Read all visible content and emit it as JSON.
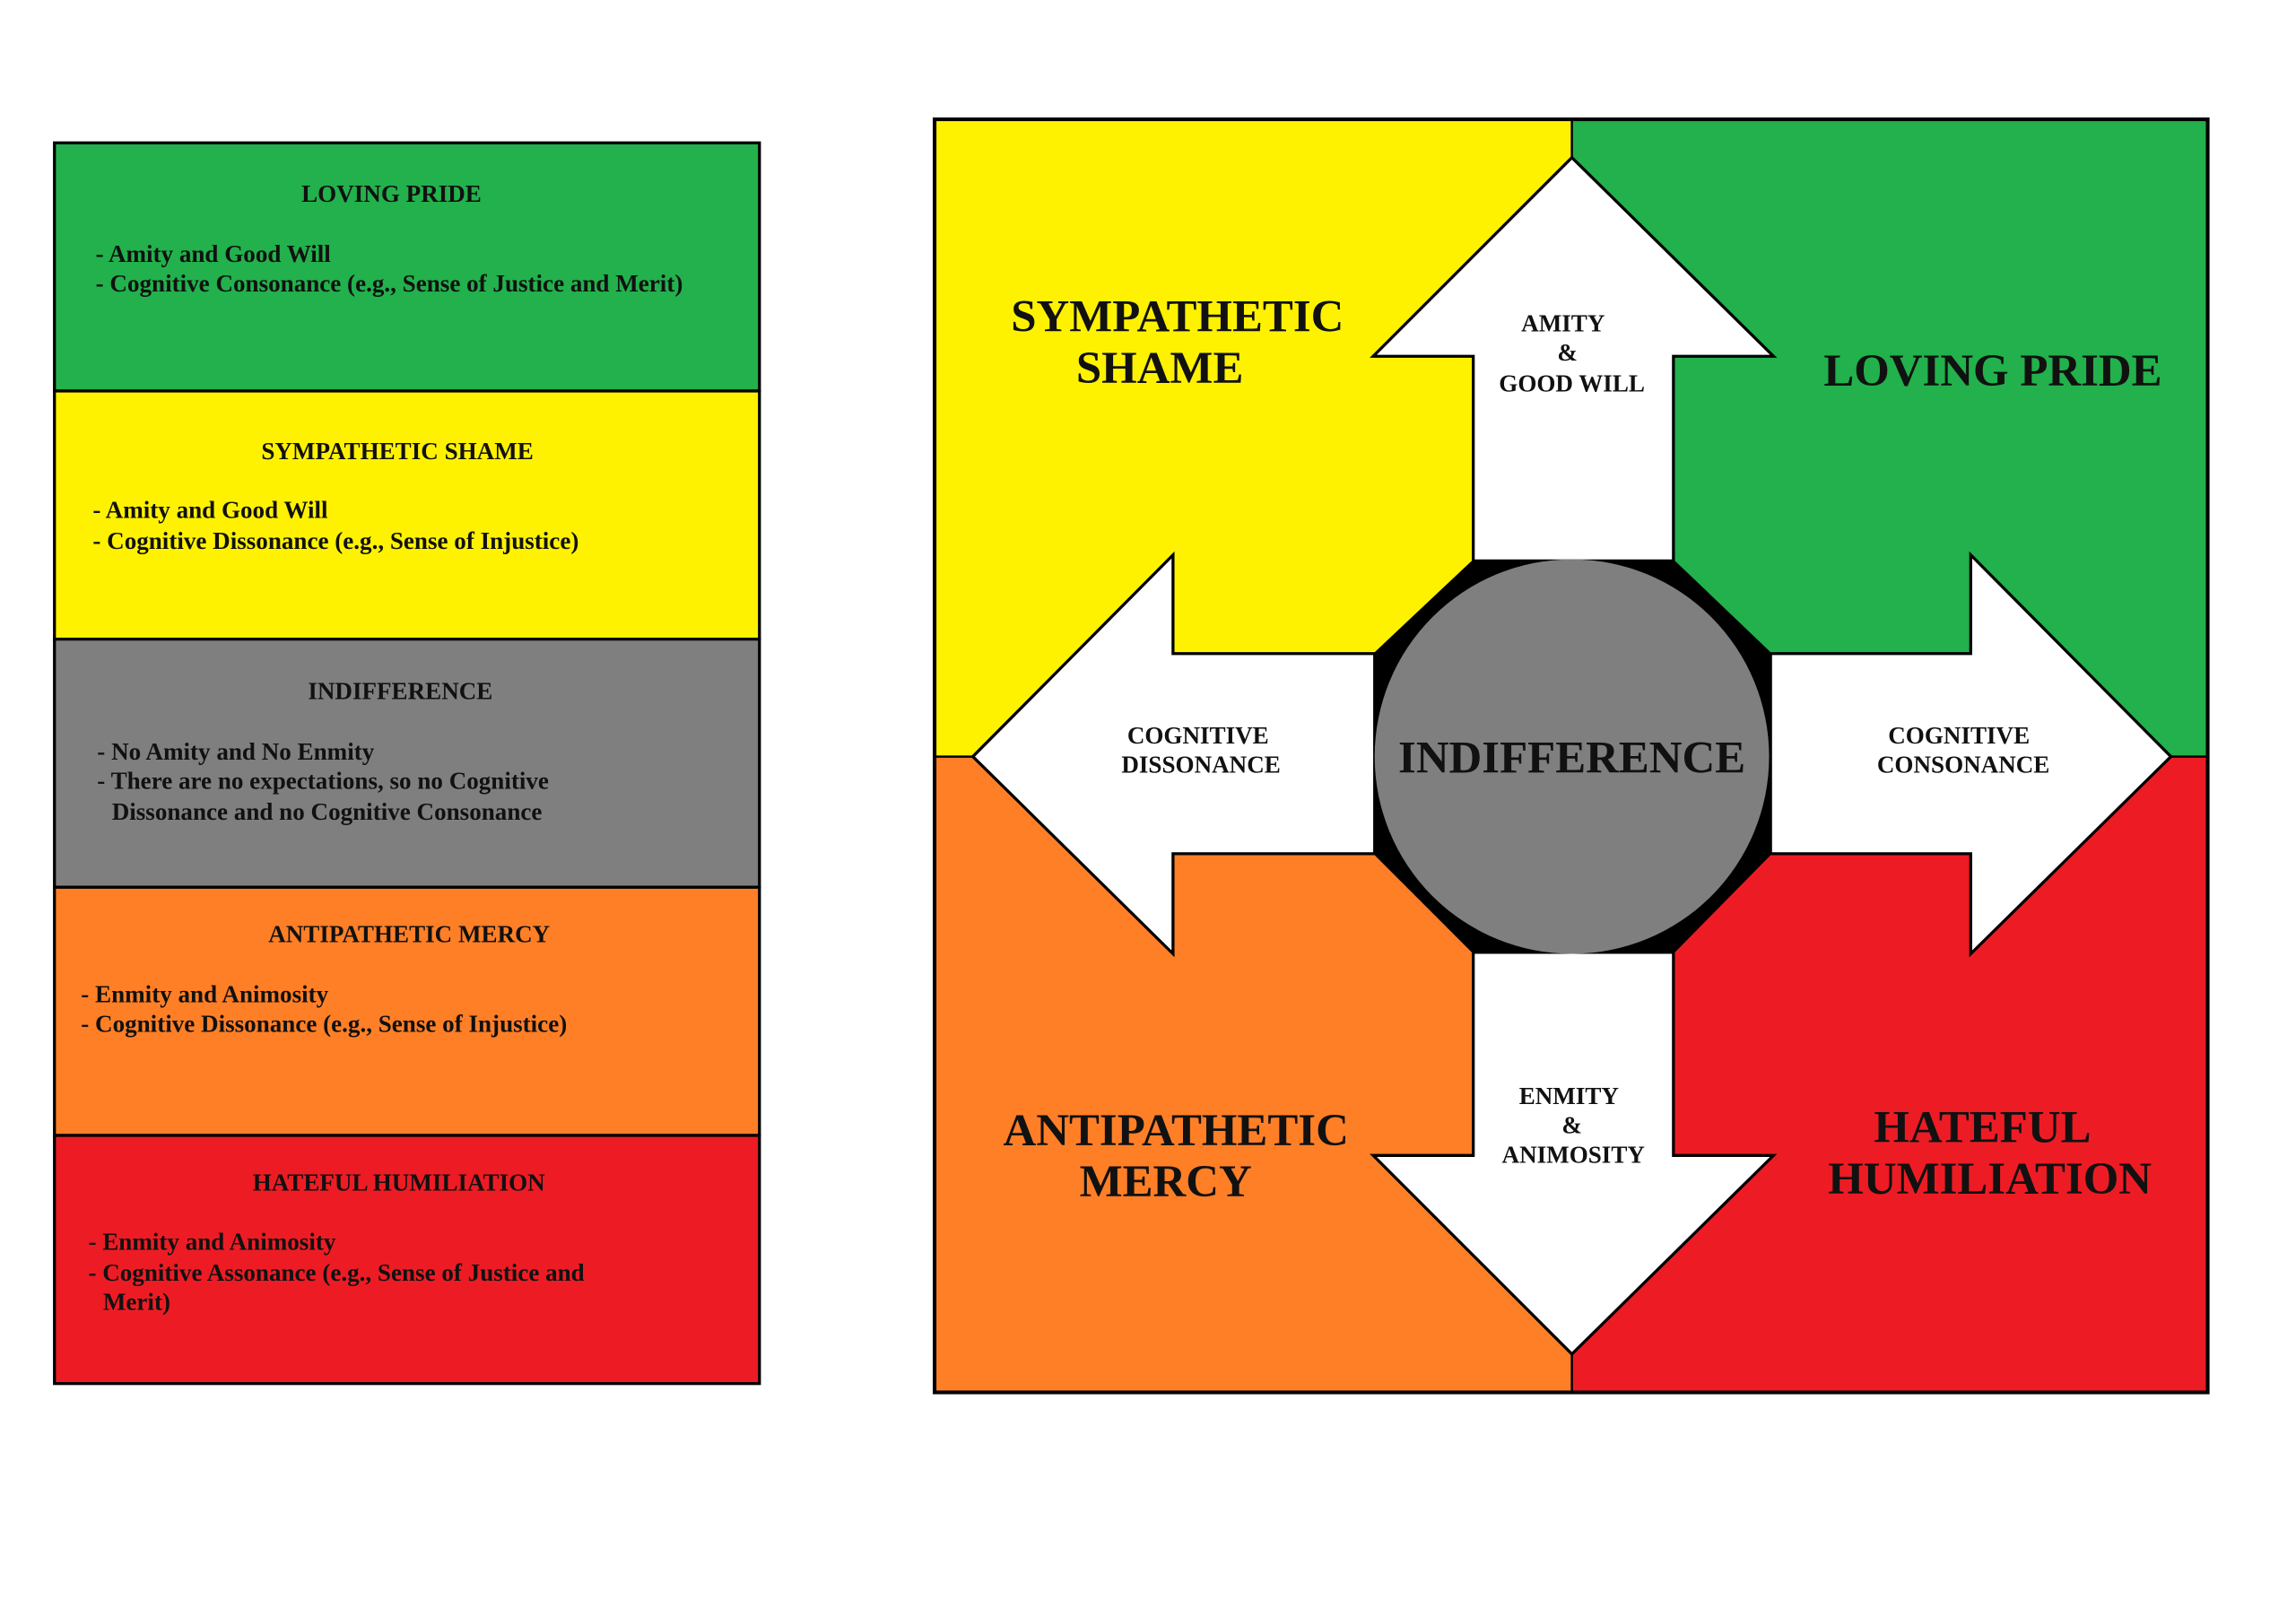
{
  "colors": {
    "loving_pride": "#22b14c",
    "sympathetic_shame": "#fff200",
    "indifference": "#7f7f7f",
    "antipathetic_mercy": "#ff7f27",
    "hateful_humiliation": "#ed1c24"
  },
  "legend": [
    {
      "title": "LOVING PRIDE",
      "lines": [
        "- Amity and Good Will",
        "- Cognitive Consonance (e.g., Sense of Justice and Merit)"
      ]
    },
    {
      "title": "SYMPATHETIC SHAME",
      "lines": [
        "- Amity and Good Will",
        "- Cognitive Dissonance (e.g., Sense of Injustice)"
      ]
    },
    {
      "title": "INDIFFERENCE",
      "lines": [
        "- No Amity and No Enmity",
        "- There are no expectations, so no Cognitive",
        "Dissonance and no Cognitive Consonance"
      ]
    },
    {
      "title": "ANTIPATHETIC MERCY",
      "lines": [
        "- Enmity and Animosity",
        "- Cognitive Dissonance (e.g., Sense of Injustice)"
      ]
    },
    {
      "title": "HATEFUL HUMILIATION",
      "lines": [
        "- Enmity and Animosity",
        "- Cognitive Assonance (e.g., Sense of Justice and",
        "Merit)"
      ]
    }
  ],
  "diagram": {
    "quadrants": {
      "top_left": [
        "SYMPATHETIC",
        "SHAME"
      ],
      "top_right": [
        "LOVING PRIDE"
      ],
      "bottom_left": [
        "ANTIPATHETIC",
        "MERCY"
      ],
      "bottom_right": [
        "HATEFUL",
        "HUMILIATION"
      ]
    },
    "arrows": {
      "up": [
        "AMITY",
        "&",
        "GOOD WILL"
      ],
      "left": [
        "COGNITIVE",
        "DISSONANCE"
      ],
      "right": [
        "COGNITIVE",
        "CONSONANCE"
      ],
      "down": [
        "ENMITY",
        "&",
        "ANIMOSITY"
      ]
    },
    "center": "INDIFFERENCE"
  }
}
